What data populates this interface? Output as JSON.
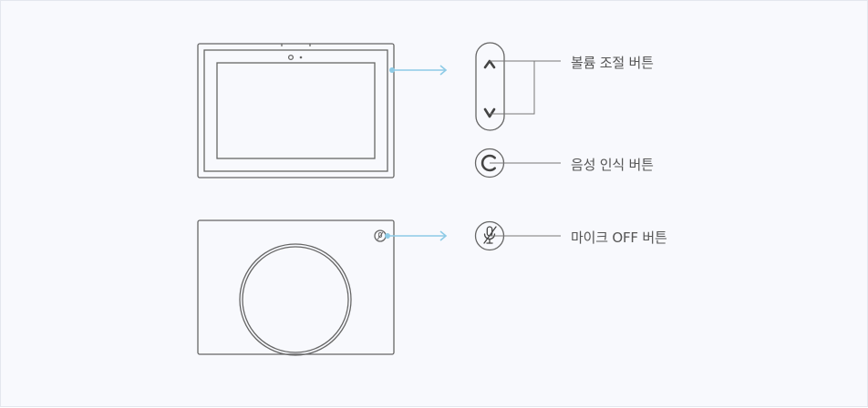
{
  "colors": {
    "background": "#f8f9fd",
    "device_stroke": "#666666",
    "arrow": "#8ecbe6",
    "leader_line": "#777777",
    "label_text": "#555555"
  },
  "labels": {
    "volume": "볼륨 조절 버튼",
    "voice": "음성 인식 버튼",
    "mic_off": "마이크 OFF 버튼"
  },
  "icons": {
    "volume_up": "chevron-up-icon",
    "volume_down": "chevron-down-icon",
    "voice": "voice-recognition-icon",
    "mic_off": "mic-off-icon"
  }
}
